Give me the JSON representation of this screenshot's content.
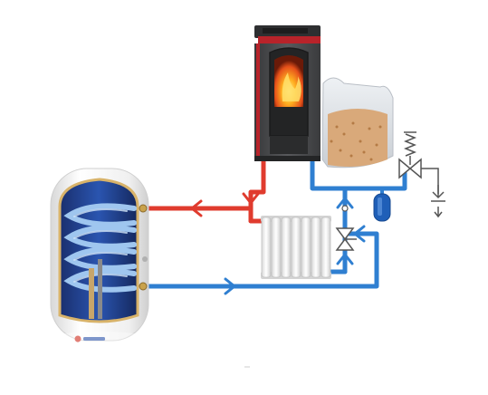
{
  "diagram": {
    "components": [
      {
        "id": "pellet-stove",
        "icon": "stove-icon"
      },
      {
        "id": "pellet-bag",
        "icon": "pellet-bag-icon"
      },
      {
        "id": "hot-water-cylinder",
        "icon": "boiler-tank-icon"
      },
      {
        "id": "radiator",
        "icon": "radiator-icon"
      },
      {
        "id": "expansion-vessel",
        "icon": "expansion-vessel-icon"
      },
      {
        "id": "safety-relief-valve",
        "icon": "relief-valve-icon"
      },
      {
        "id": "three-way-valve",
        "icon": "three-way-valve-icon"
      },
      {
        "id": "drain",
        "icon": "drain-arrow-icon"
      }
    ],
    "colors": {
      "flow_pipe": "#e03b2e",
      "return_pipe": "#2f7fd1",
      "stove_body": "#4a4b4d",
      "stove_trim": "#b8232a",
      "tank_interior": "#1f3f8f",
      "coil": "#9fc6ef",
      "tank_shell": "#f2f2f2"
    }
  }
}
